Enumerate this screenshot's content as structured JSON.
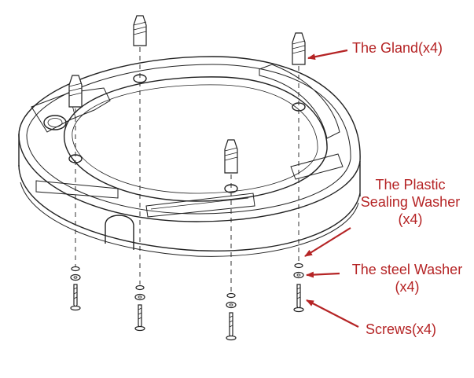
{
  "callouts": {
    "gland": "The Gland(x4)",
    "plastic_line1": "The Plastic",
    "plastic_line2": "Sealing Washer",
    "plastic_line3": "(x4)",
    "steel_line1": "The steel Washer",
    "steel_line2": "(x4)",
    "screws": "Screws(x4)"
  },
  "colors": {
    "callout_text": "#b52425",
    "arrow": "#b52425",
    "line_art": "#222222",
    "background": "#ffffff"
  }
}
